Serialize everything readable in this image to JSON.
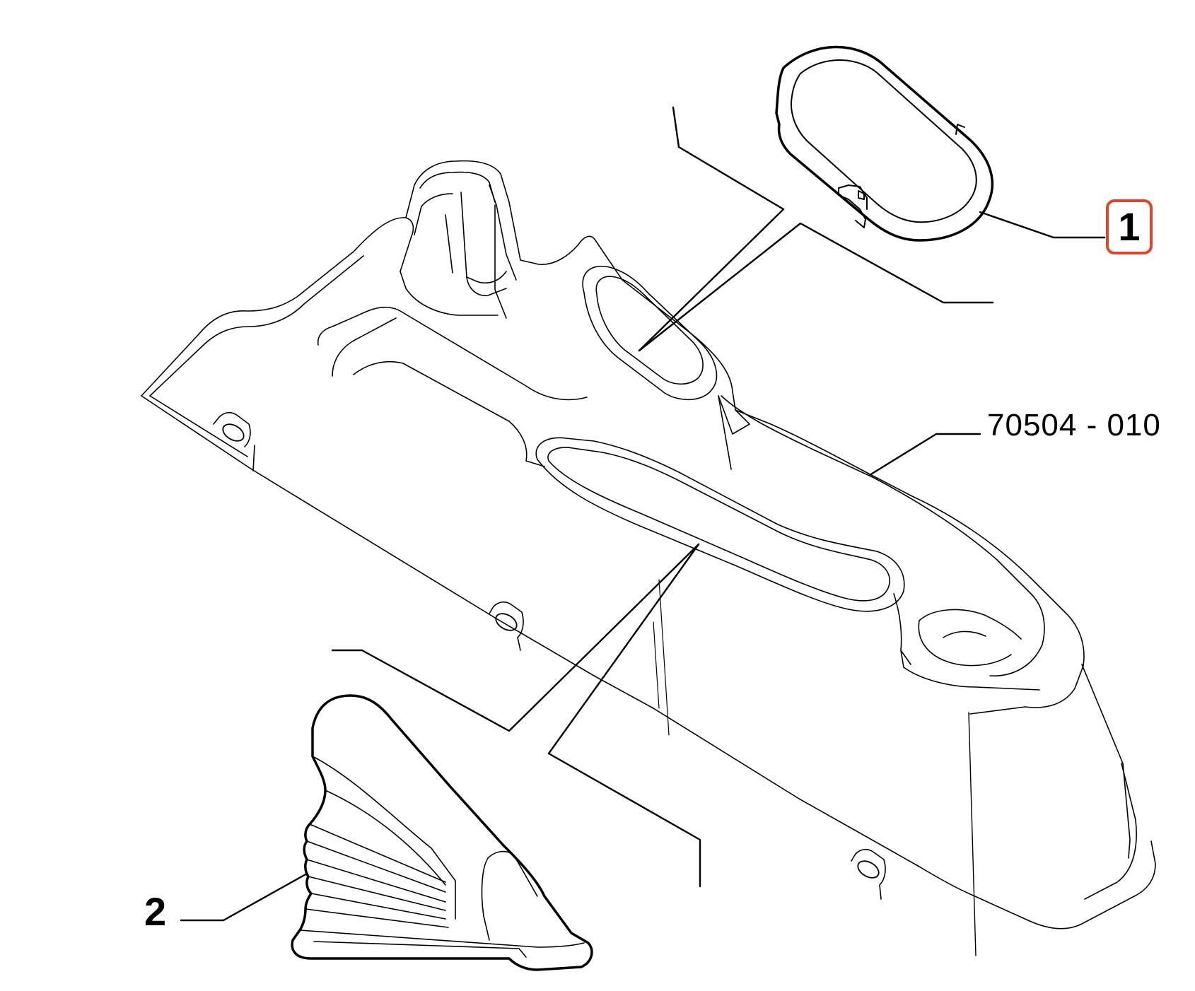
{
  "callouts": {
    "part_1": {
      "number": "1",
      "highlight_color": "#e0442b"
    },
    "part_2": {
      "number": "2"
    },
    "assembly_code": "70504 - 010"
  },
  "colors": {
    "line": "#000000",
    "background": "#ffffff"
  }
}
